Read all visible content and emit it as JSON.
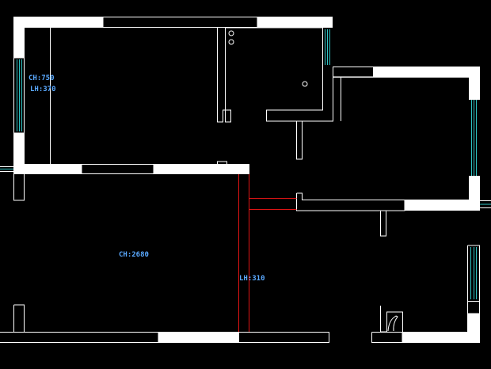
{
  "colors": {
    "background": "#000000",
    "wall": "#ffffff",
    "window_glass": "#2ec4c4",
    "beam": "#e01414",
    "annotation": "#5aa9ff"
  },
  "annotations": {
    "window_height": "CH:750",
    "window_sill": "LH:370",
    "room_ceiling": "CH:2680",
    "beam_height": "LH:310"
  },
  "icons": [
    "window-symbol",
    "fixture-circle-symbol",
    "door-swing-symbol"
  ]
}
